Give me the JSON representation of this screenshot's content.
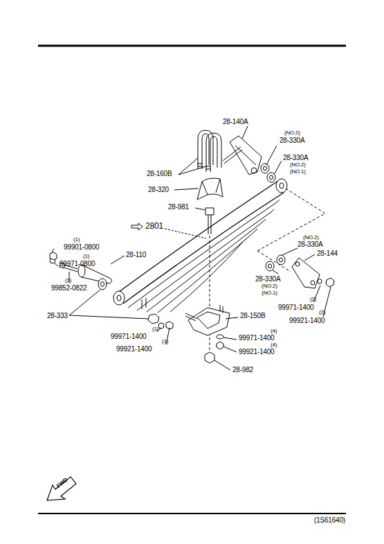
{
  "diagram": {
    "labels": [
      "28-140A",
      "(NO.2)",
      "28-330A",
      "28-330A",
      "(NO.2)",
      "(NO.1)",
      "28-160B",
      "28-320",
      "28-981",
      "2801",
      "(1)",
      "99901-0800",
      "(1)",
      "99971-0800",
      "28-110",
      "(1)",
      "99852-0822",
      "(NO.2)",
      "28-330A",
      "28-144",
      "28-330A",
      "(NO.2)",
      "(NO.1)",
      "28-333",
      "(2)",
      "99971-1400",
      "(2)",
      "99921-1400",
      "28-150B",
      "(1)",
      "99971-1400",
      "(1)",
      "99921-1400",
      "(4)",
      "99971-1400",
      "(4)",
      "99921-1400",
      "28-982",
      "FWD",
      "(1S61640)"
    ]
  }
}
